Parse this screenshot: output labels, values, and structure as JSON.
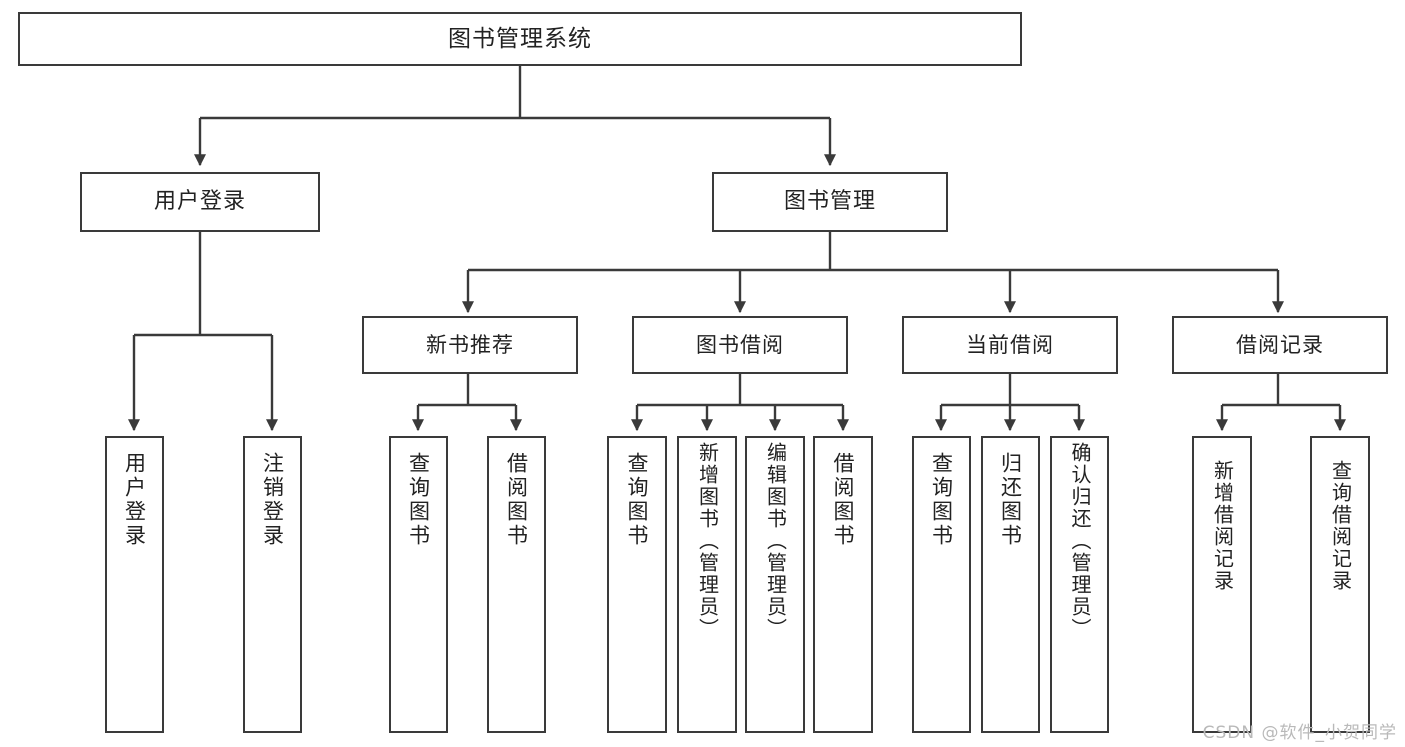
{
  "diagram": {
    "title": "图书管理系统",
    "type": "tree",
    "root": {
      "label": "图书管理系统"
    },
    "level1": [
      {
        "label": "用户登录"
      },
      {
        "label": "图书管理"
      }
    ],
    "level2": [
      {
        "label": "新书推荐"
      },
      {
        "label": "图书借阅"
      },
      {
        "label": "当前借阅"
      },
      {
        "label": "借阅记录"
      }
    ],
    "leaves": {
      "user_login": [
        {
          "label": "用户登录"
        },
        {
          "label": "注销登录"
        }
      ],
      "new_book_recommend": [
        {
          "label": "查询图书"
        },
        {
          "label": "借阅图书"
        }
      ],
      "book_borrow": [
        {
          "label": "查询图书"
        },
        {
          "label": "新增图书（管理员）"
        },
        {
          "label": "编辑图书（管理员）"
        },
        {
          "label": "借阅图书"
        }
      ],
      "current_borrow": [
        {
          "label": "查询图书"
        },
        {
          "label": "归还图书"
        },
        {
          "label": "确认归还（管理员）"
        }
      ],
      "borrow_record": [
        {
          "label": "新增借阅记录"
        },
        {
          "label": "查询借阅记录"
        }
      ]
    }
  },
  "watermark": {
    "text": "CSDN @软件_小贺同学"
  },
  "colors": {
    "box_border": "#3a3a3a",
    "line": "#3a3a3a",
    "background": "#ffffff",
    "text": "#222222",
    "watermark": "#b9b9b9"
  }
}
